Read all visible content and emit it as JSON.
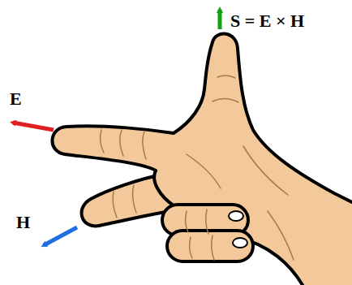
{
  "diagram": {
    "labels": [
      "S = E × H",
      "E",
      "H"
    ]
  }
}
